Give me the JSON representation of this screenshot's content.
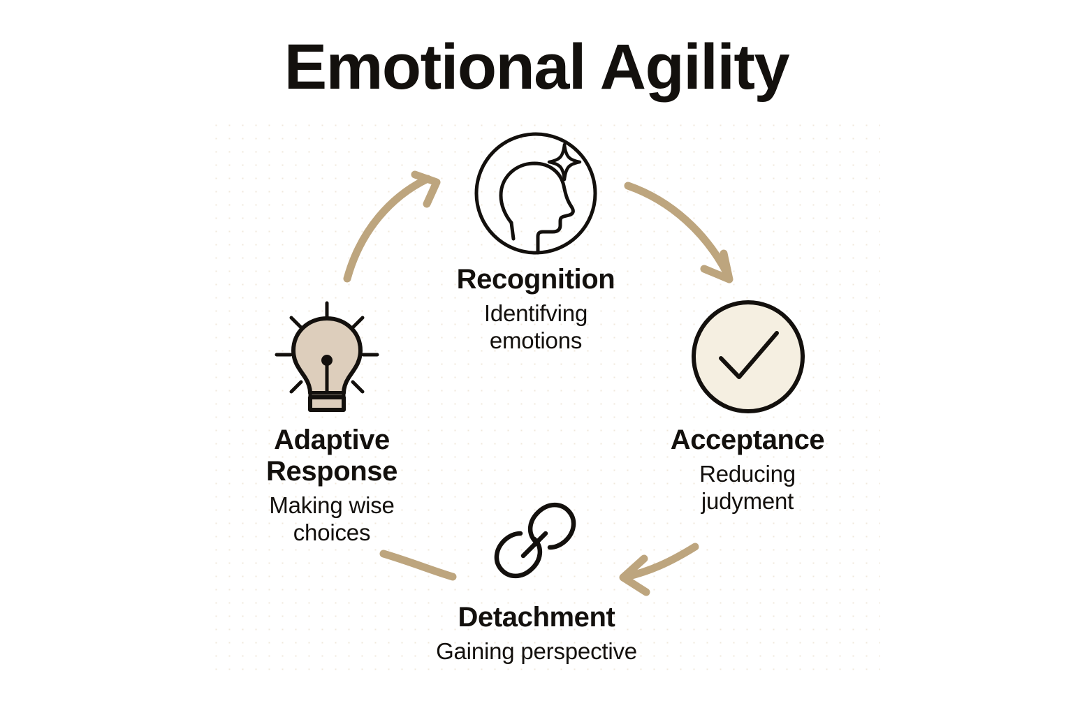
{
  "page": {
    "title": "Emotional Agility",
    "background_color": "#ffffff",
    "accent_color": "#bda57e",
    "ink_color": "#13100d",
    "acceptance_fill": "#f5efe1",
    "bulb_fill": "#ddcebc"
  },
  "cycle": {
    "direction": "clockwise",
    "nodes": [
      {
        "id": "recognition",
        "title": "Recognition",
        "caption": "Identifving\nemotions",
        "icon": "head-profile-sparkle-icon",
        "icon_style": "outline-circle"
      },
      {
        "id": "acceptance",
        "title": "Acceptance",
        "caption": "Reducing\njudyment",
        "icon": "checkmark-circle-icon",
        "icon_style": "filled-circle"
      },
      {
        "id": "detachment",
        "title": "Detachment",
        "caption": "Gaining perspective",
        "icon": "broken-chain-link-icon",
        "icon_style": "outline"
      },
      {
        "id": "adaptive-response",
        "title": "Adaptive\nResponse",
        "caption": "Making wise\nchoices",
        "icon": "lightbulb-icon",
        "icon_style": "filled-outline"
      }
    ],
    "arrows": [
      {
        "id": "adaptive-to-recognition",
        "from": "adaptive-response",
        "to": "recognition",
        "has_head": true
      },
      {
        "id": "recognition-to-acceptance",
        "from": "recognition",
        "to": "acceptance",
        "has_head": true
      },
      {
        "id": "acceptance-to-detachment",
        "from": "acceptance",
        "to": "detachment",
        "has_head": true
      },
      {
        "id": "detachment-to-adaptive",
        "from": "detachment",
        "to": "adaptive-response",
        "has_head": false
      }
    ]
  }
}
